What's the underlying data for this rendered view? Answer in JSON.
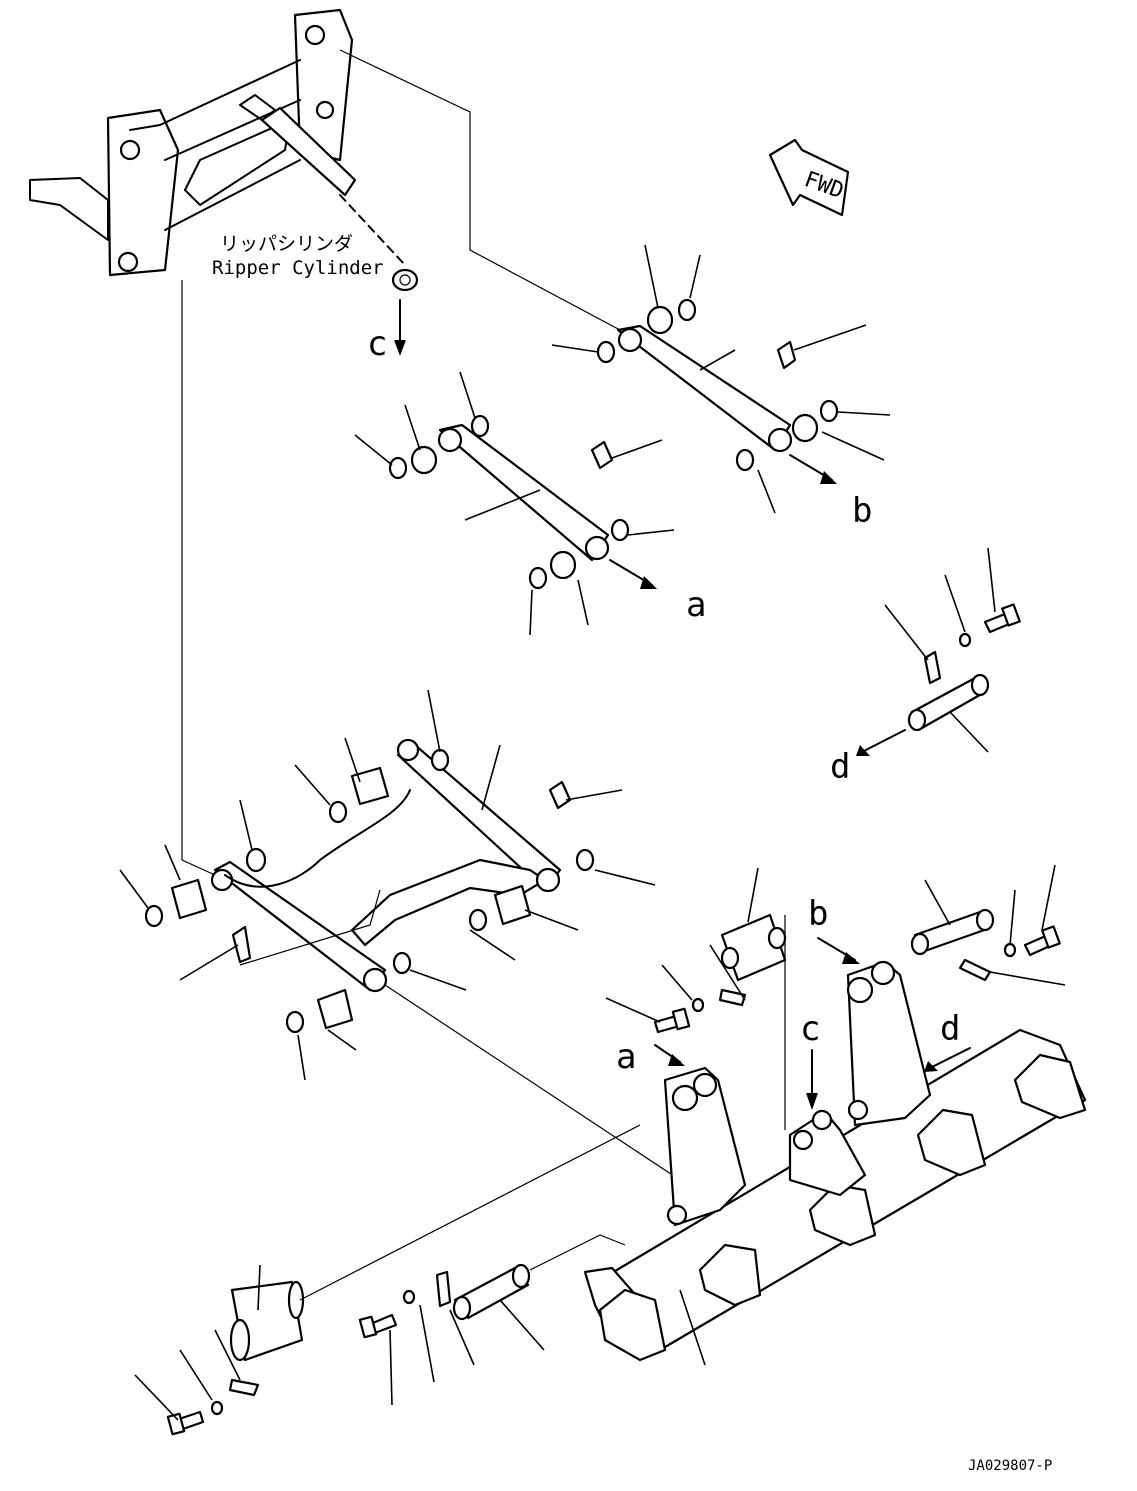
{
  "labels": {
    "cylinder_jp": "リッパシリンダ",
    "cylinder_en": "Ripper Cylinder",
    "fwd": "FWD",
    "ref_a": "a",
    "ref_b": "b",
    "ref_c": "c",
    "ref_d": "d",
    "drawing_code": "JA029807-P"
  },
  "icons": [
    "fwd-arrow-icon",
    "grease-fitting-icon",
    "bolt-icon",
    "washer-icon",
    "o-ring-icon",
    "bushing-icon",
    "pin-icon",
    "lock-plate-icon"
  ]
}
